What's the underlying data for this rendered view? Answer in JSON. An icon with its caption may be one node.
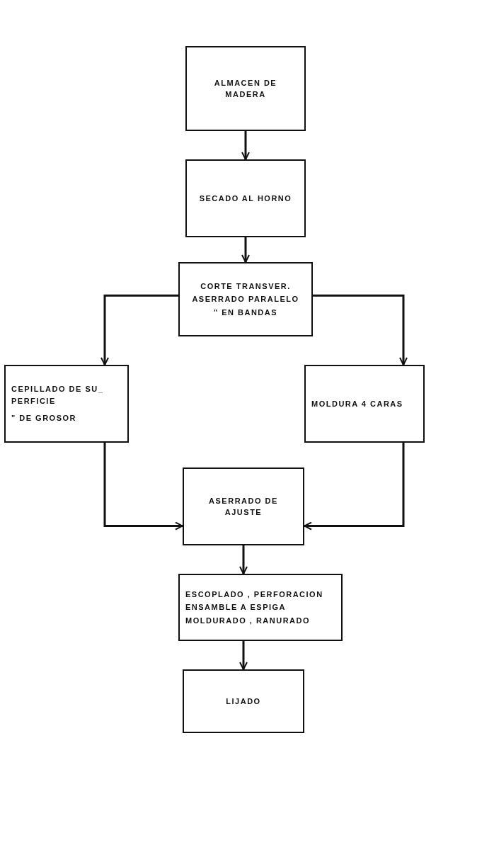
{
  "diagram": {
    "nodes": [
      {
        "text": [
          "ALMACEN DE MADERA"
        ]
      },
      {
        "text": [
          "SECADO AL HORNO"
        ]
      },
      {
        "text": [
          "CORTE TRANSVER.",
          "ASERRADO PARALELO",
          "\" EN BANDAS"
        ]
      },
      {
        "text": [
          "CEPILLADO DE SU_ PERFICIE",
          "\" DE GROSOR"
        ]
      },
      {
        "text": [
          "MOLDURA 4 CARAS"
        ]
      },
      {
        "text": [
          "ASERRADO DE AJUSTE"
        ]
      },
      {
        "text": [
          "ESCOPLADO , PERFORACION",
          "ENSAMBLE A ESPIGA",
          "MOLDURADO , RANURADO"
        ]
      },
      {
        "text": [
          "LIJADO"
        ]
      }
    ],
    "edges": [
      {
        "from": 0,
        "to": 1,
        "arrow": "to"
      },
      {
        "from": 1,
        "to": 2,
        "arrow": "to"
      },
      {
        "from": 2,
        "to": 3,
        "arrow": "to"
      },
      {
        "from": 2,
        "to": 4,
        "arrow": "to"
      },
      {
        "from": 3,
        "to": 5,
        "arrow": "to"
      },
      {
        "from": 4,
        "to": 5,
        "arrow": "to"
      },
      {
        "from": 5,
        "to": 6,
        "arrow": "to"
      },
      {
        "from": 6,
        "to": 7,
        "arrow": "to"
      }
    ]
  }
}
